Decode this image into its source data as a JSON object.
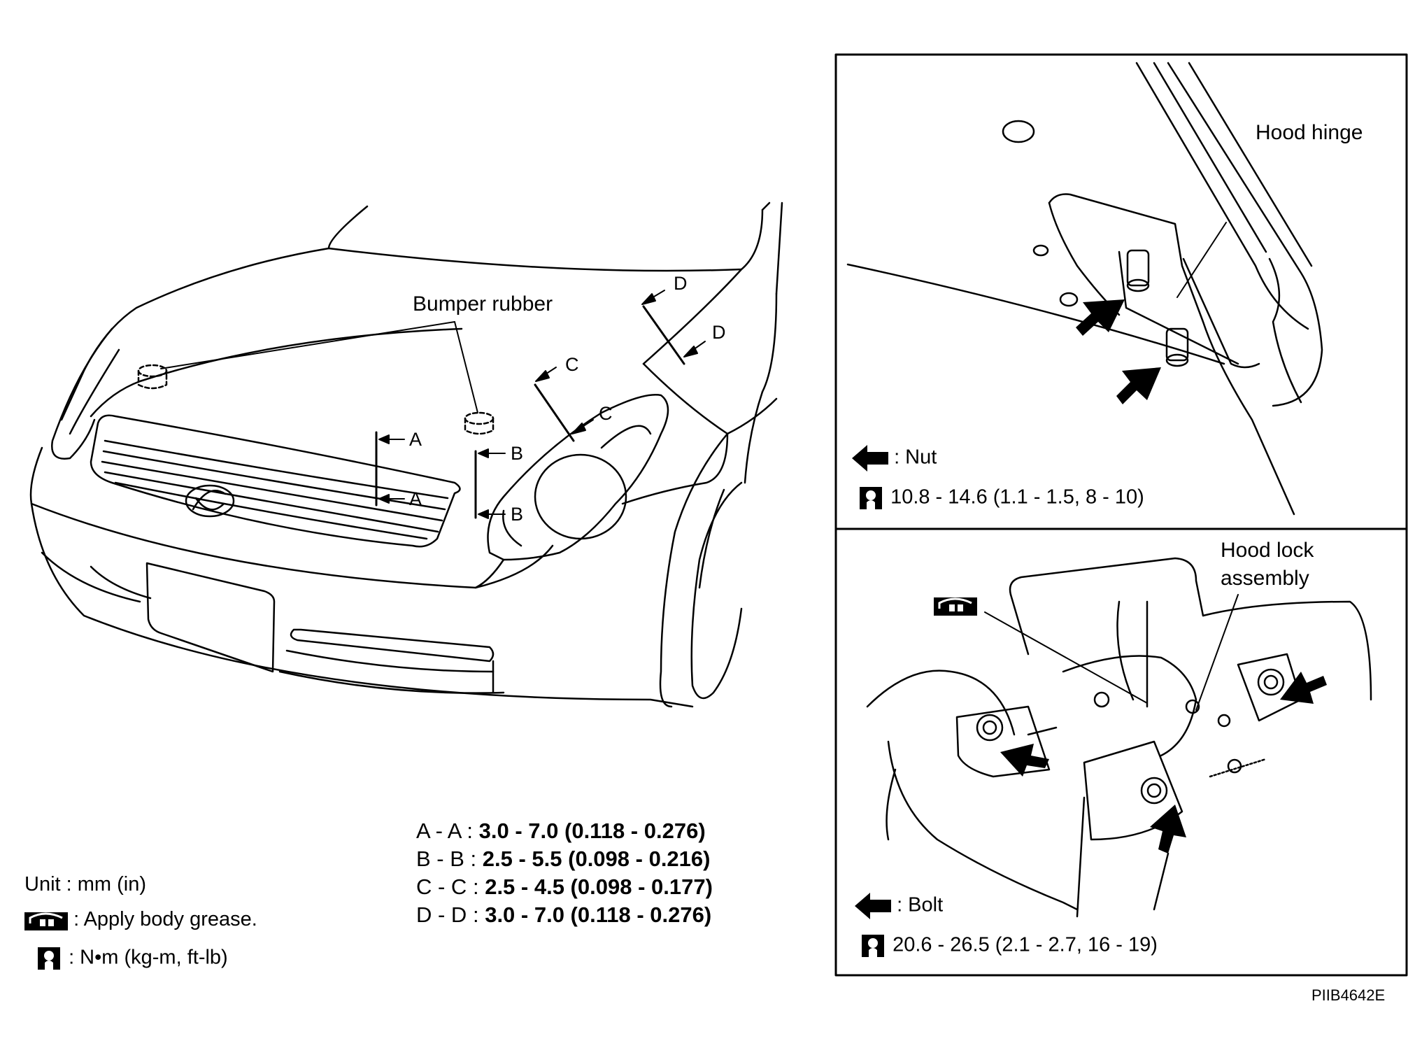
{
  "figure_code": "PIIB4642E",
  "car_view": {
    "bumper_rubber_label": "Bumper rubber",
    "section_marks": [
      "A",
      "A",
      "B",
      "B",
      "C",
      "C",
      "D",
      "D"
    ]
  },
  "clearance_specs": [
    {
      "section": "A - A",
      "sep": ":",
      "value": "3.0 - 7.0 (0.118 - 0.276)"
    },
    {
      "section": "B - B",
      "sep": ":",
      "value": "2.5 - 5.5 (0.098 - 0.216)"
    },
    {
      "section": "C - C",
      "sep": ":",
      "value": "2.5 - 4.5 (0.098 - 0.177)"
    },
    {
      "section": "D - D",
      "sep": ":",
      "value": "3.0 - 7.0 (0.118 - 0.276)"
    }
  ],
  "legend": {
    "unit": "Unit : mm (in)",
    "grease": ": Apply body grease.",
    "torque_unit": ": N•m (kg-m, ft-lb)",
    "grease_icon": "grease-symbol-icon",
    "torque_icon": "torque-wrench-icon"
  },
  "hinge_panel": {
    "label": "Hood hinge",
    "fastener": ": Nut",
    "torque": "10.8 - 14.6 (1.1 - 1.5, 8 - 10)",
    "arrow_icon": "bold-arrow-icon"
  },
  "lock_panel": {
    "label_line1": "Hood lock",
    "label_line2": "assembly",
    "fastener": ": Bolt",
    "torque": "20.6 - 26.5 (2.1 - 2.7, 16 - 19)",
    "arrow_icon": "bold-arrow-icon"
  }
}
